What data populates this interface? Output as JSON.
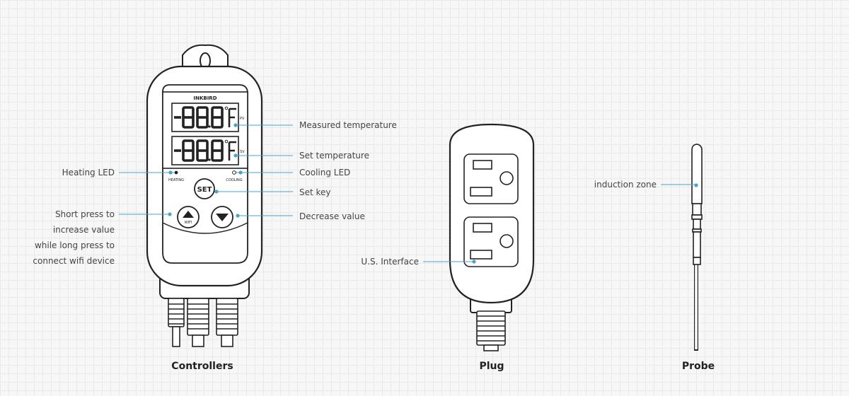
{
  "controller": {
    "brand": "INKBIRD",
    "pv_tag": "PV",
    "sv_tag": "SV",
    "heating_tag": "HEATING",
    "cooling_tag": "COOLING",
    "set_button": "SET",
    "wifi_tag": "WIFI",
    "callouts": {
      "measured_temperature": "Measured temperature",
      "set_temperature": "Set temperature",
      "heating_led": "Heating LED",
      "cooling_led": "Cooling LED",
      "set_key": "Set key",
      "decrease_value": "Decrease value",
      "increase_line1": "Short press to",
      "increase_line2": "increase value",
      "increase_line3": "while long press to",
      "increase_line4": "connect wifi device"
    },
    "caption": "Controllers"
  },
  "plug": {
    "callout": "U.S. Interface",
    "caption": "Plug"
  },
  "probe": {
    "callout": "induction zone",
    "caption": "Probe"
  },
  "colors": {
    "accent": "#4aa3c8",
    "outline": "#222222",
    "body": "#ffffff"
  }
}
